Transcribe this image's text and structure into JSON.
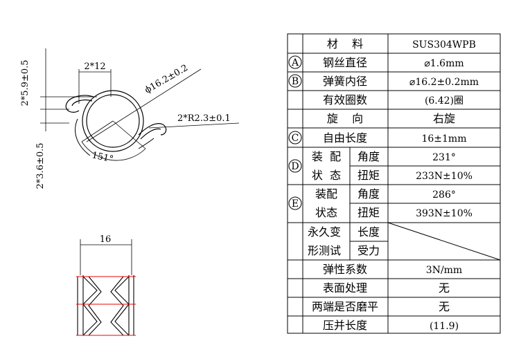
{
  "drawing": {
    "front_view": {
      "dim_top_offset": "2*5.9±0.5",
      "dim_bottom_offset": "2*3.6±0.5",
      "dim_leg_width": "2*12",
      "dim_inner_diameter": "ϕ16.2±0.2",
      "dim_end_radius": "2*R2.3±0.1",
      "dim_angle": "151°"
    },
    "side_view": {
      "dim_length": "16"
    }
  },
  "spec_table": {
    "rows": [
      {
        "circle": "",
        "label": "材    料",
        "value": "SUS304WPB"
      },
      {
        "circle": "A",
        "label": "钢丝直径",
        "value": "⌀1.6mm"
      },
      {
        "circle": "B",
        "label": "弹簧内径",
        "value": "⌀16.2±0.2mm"
      },
      {
        "circle": "",
        "label": "有效圈数",
        "value": "(6.42)圈"
      },
      {
        "circle": "",
        "label": "旋    向",
        "value": "右旋"
      },
      {
        "circle": "C",
        "label": "自由长度",
        "value": "16±1mm"
      }
    ],
    "group_d": {
      "circle": "D",
      "label_top": "装  配",
      "label_bottom": "状  态",
      "sub1": "角度",
      "val1": "231°",
      "sub2": "扭矩",
      "val2": "233N±10%"
    },
    "group_e": {
      "circle": "E",
      "label_top": "装配",
      "label_bottom": "状态",
      "sub1": "角度",
      "val1": "286°",
      "sub2": "扭矩",
      "val2": "393N±10%"
    },
    "group_perm": {
      "label_top": "永久变",
      "label_bottom": "形测试",
      "sub1": "长度",
      "sub2": "受力"
    },
    "tail_rows": [
      {
        "label": "弹性系数",
        "value": "3N/mm"
      },
      {
        "label": "表面处理",
        "value": "无"
      },
      {
        "label": "两端是否磨平",
        "value": "无"
      },
      {
        "label": "压并长度",
        "value": "(11.9)"
      }
    ]
  }
}
